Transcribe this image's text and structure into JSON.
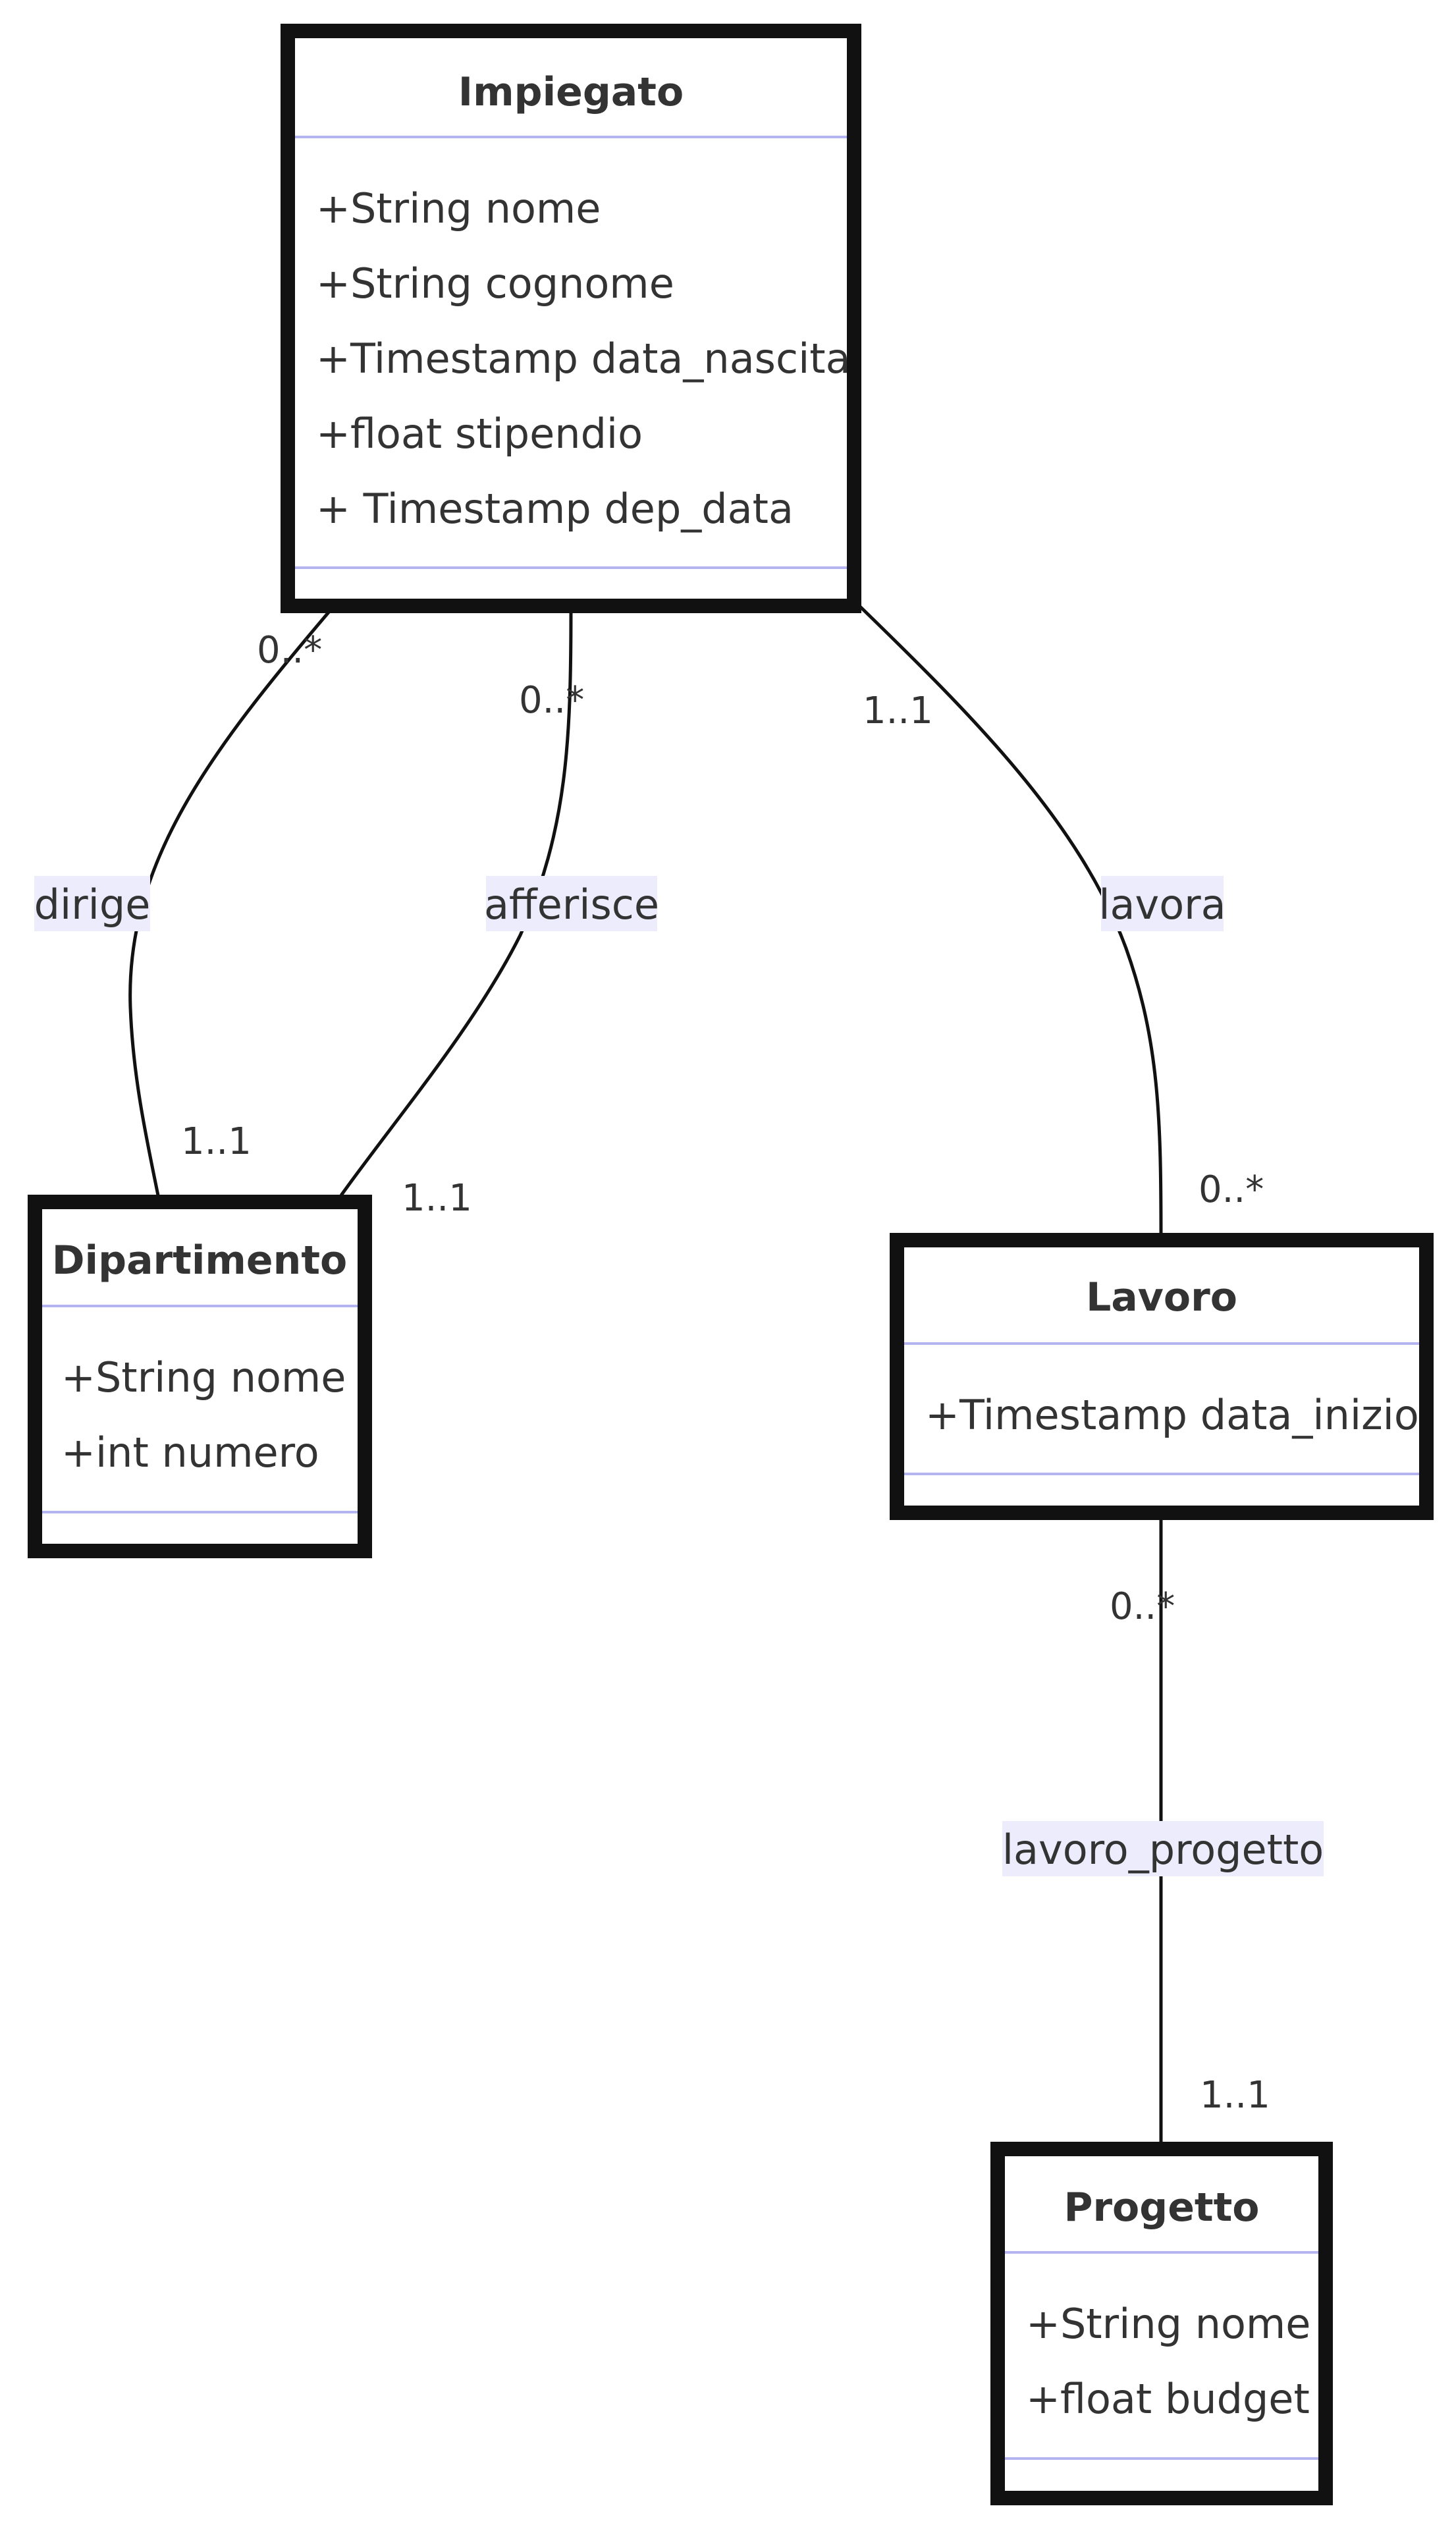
{
  "classes": {
    "impiegato": {
      "name": "Impiegato",
      "attributes": [
        "+String nome",
        "+String cognome",
        "+Timestamp data_nascita",
        "+float stipendio",
        "+ Timestamp dep_data"
      ]
    },
    "dipartimento": {
      "name": "Dipartimento",
      "attributes": [
        "+String nome",
        "+int numero"
      ]
    },
    "lavoro": {
      "name": "Lavoro",
      "attributes": [
        "+Timestamp data_inizio"
      ]
    },
    "progetto": {
      "name": "Progetto",
      "attributes": [
        "+String nome",
        "+float budget"
      ]
    }
  },
  "relations": {
    "dirige": {
      "label": "dirige",
      "from_mult": "0..*",
      "to_mult": "1..1"
    },
    "afferisce": {
      "label": "afferisce",
      "from_mult": "0..*",
      "to_mult": "1..1"
    },
    "lavora": {
      "label": "lavora",
      "from_mult": "1..1",
      "to_mult": "0..*"
    },
    "lavoro_progetto": {
      "label": "lavoro_progetto",
      "from_mult": "0..*",
      "to_mult": "1..1"
    }
  },
  "colors": {
    "border": "#111111",
    "divider": "#b4b4f0",
    "label_background": "#ececfc",
    "text": "#333333"
  }
}
